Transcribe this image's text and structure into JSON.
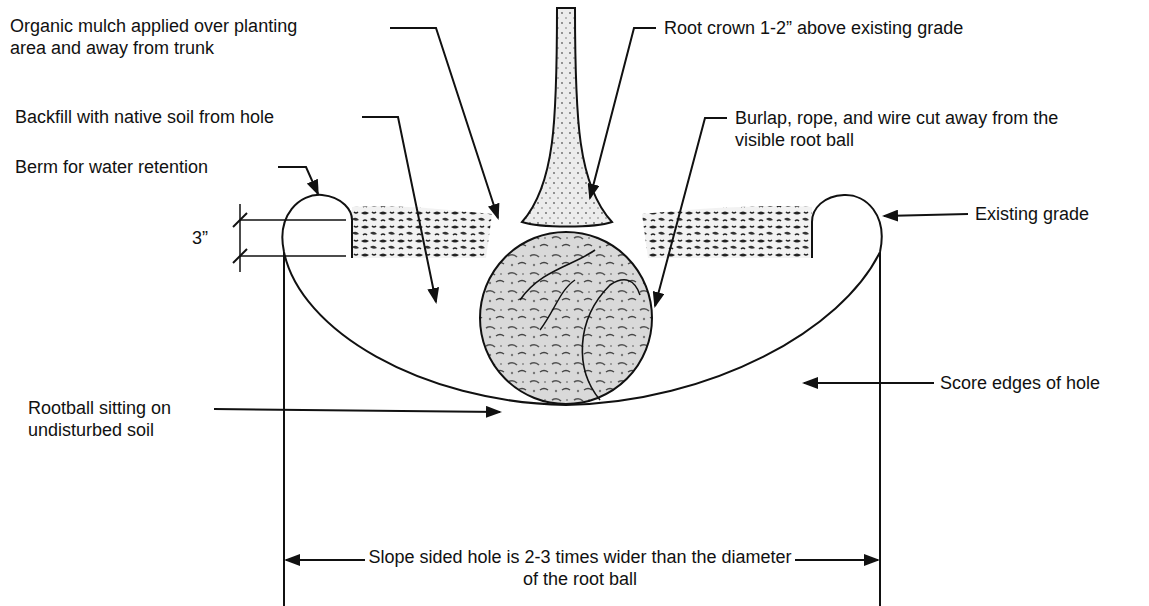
{
  "diagram": {
    "labels": [
      "Organic mulch applied over planting area and away from trunk",
      "Backfill with native soil from hole",
      "Berm for water retention",
      "3”",
      "Root crown 1-2” above existing grade",
      "Burlap, rope, and wire cut away from the visible root ball",
      "Existing grade",
      "Rootball sitting on undisturbed soil",
      "Score edges of hole",
      "Slope sided hole is 2-3 times wider than the diameter of the root ball"
    ]
  }
}
